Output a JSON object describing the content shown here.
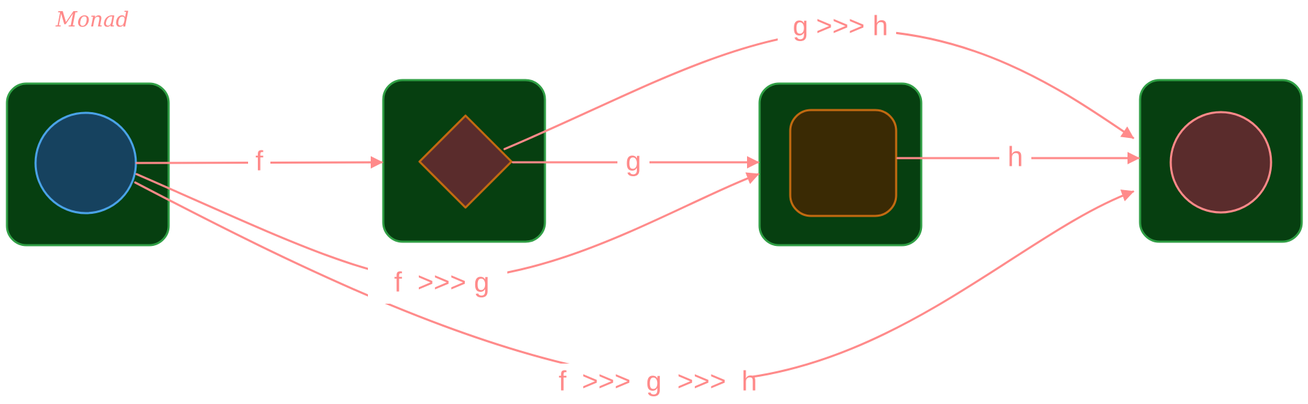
{
  "diagram": {
    "title": "Monad",
    "colors": {
      "box_fill": "#063f10",
      "box_stroke": "#2f9e44",
      "arrow": "#ff8a8a",
      "circle_blue_fill": "#16425f",
      "circle_blue_stroke": "#4aa3e8",
      "diamond_fill": "#5a2c2c",
      "diamond_stroke": "#c26a11",
      "square_fill": "#3a2a04",
      "square_stroke": "#c26a11",
      "circle_red_fill": "#5a2c2c",
      "circle_red_stroke": "#ff8a8a"
    },
    "nodes": [
      {
        "id": "node-1",
        "shape": "circle",
        "icon": "circle-icon"
      },
      {
        "id": "node-2",
        "shape": "diamond",
        "icon": "diamond-icon"
      },
      {
        "id": "node-3",
        "shape": "rounded-square",
        "icon": "square-icon"
      },
      {
        "id": "node-4",
        "shape": "circle",
        "icon": "circle-icon"
      }
    ],
    "edges": {
      "f": "f",
      "g": "g",
      "h": "h",
      "f_g": "f  >>> g",
      "g_h": "g >>> h",
      "f_g_h": "f  >>>  g  >>>  h"
    }
  }
}
